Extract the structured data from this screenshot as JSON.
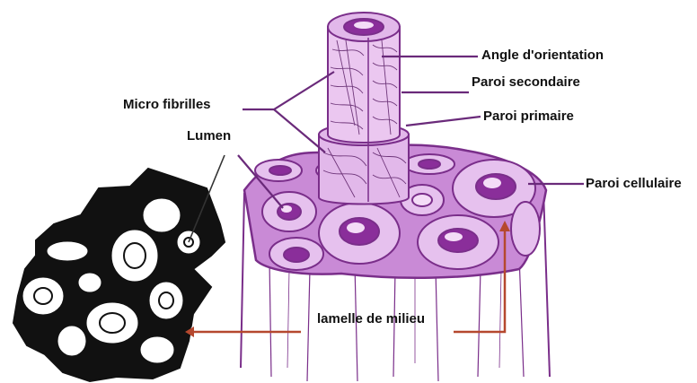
{
  "labels": {
    "angle": "Angle d'orientation",
    "secondary_wall": "Paroi secondaire",
    "primary_wall": "Paroi primaire",
    "microfibrils": "Micro fibrilles",
    "lumen": "Lumen",
    "cell_wall": "Paroi cellulaire",
    "middle_lamella": "lamelle de milieu"
  },
  "colors": {
    "outline": "#7a2e8a",
    "cell_fill": "#d9a6e3",
    "lumen_dark": "#8a2e9a",
    "lumen_light": "#f4dcf7",
    "leader": "#6a2a7a",
    "arrow": "#b5482e",
    "cross_section": "#111111"
  }
}
